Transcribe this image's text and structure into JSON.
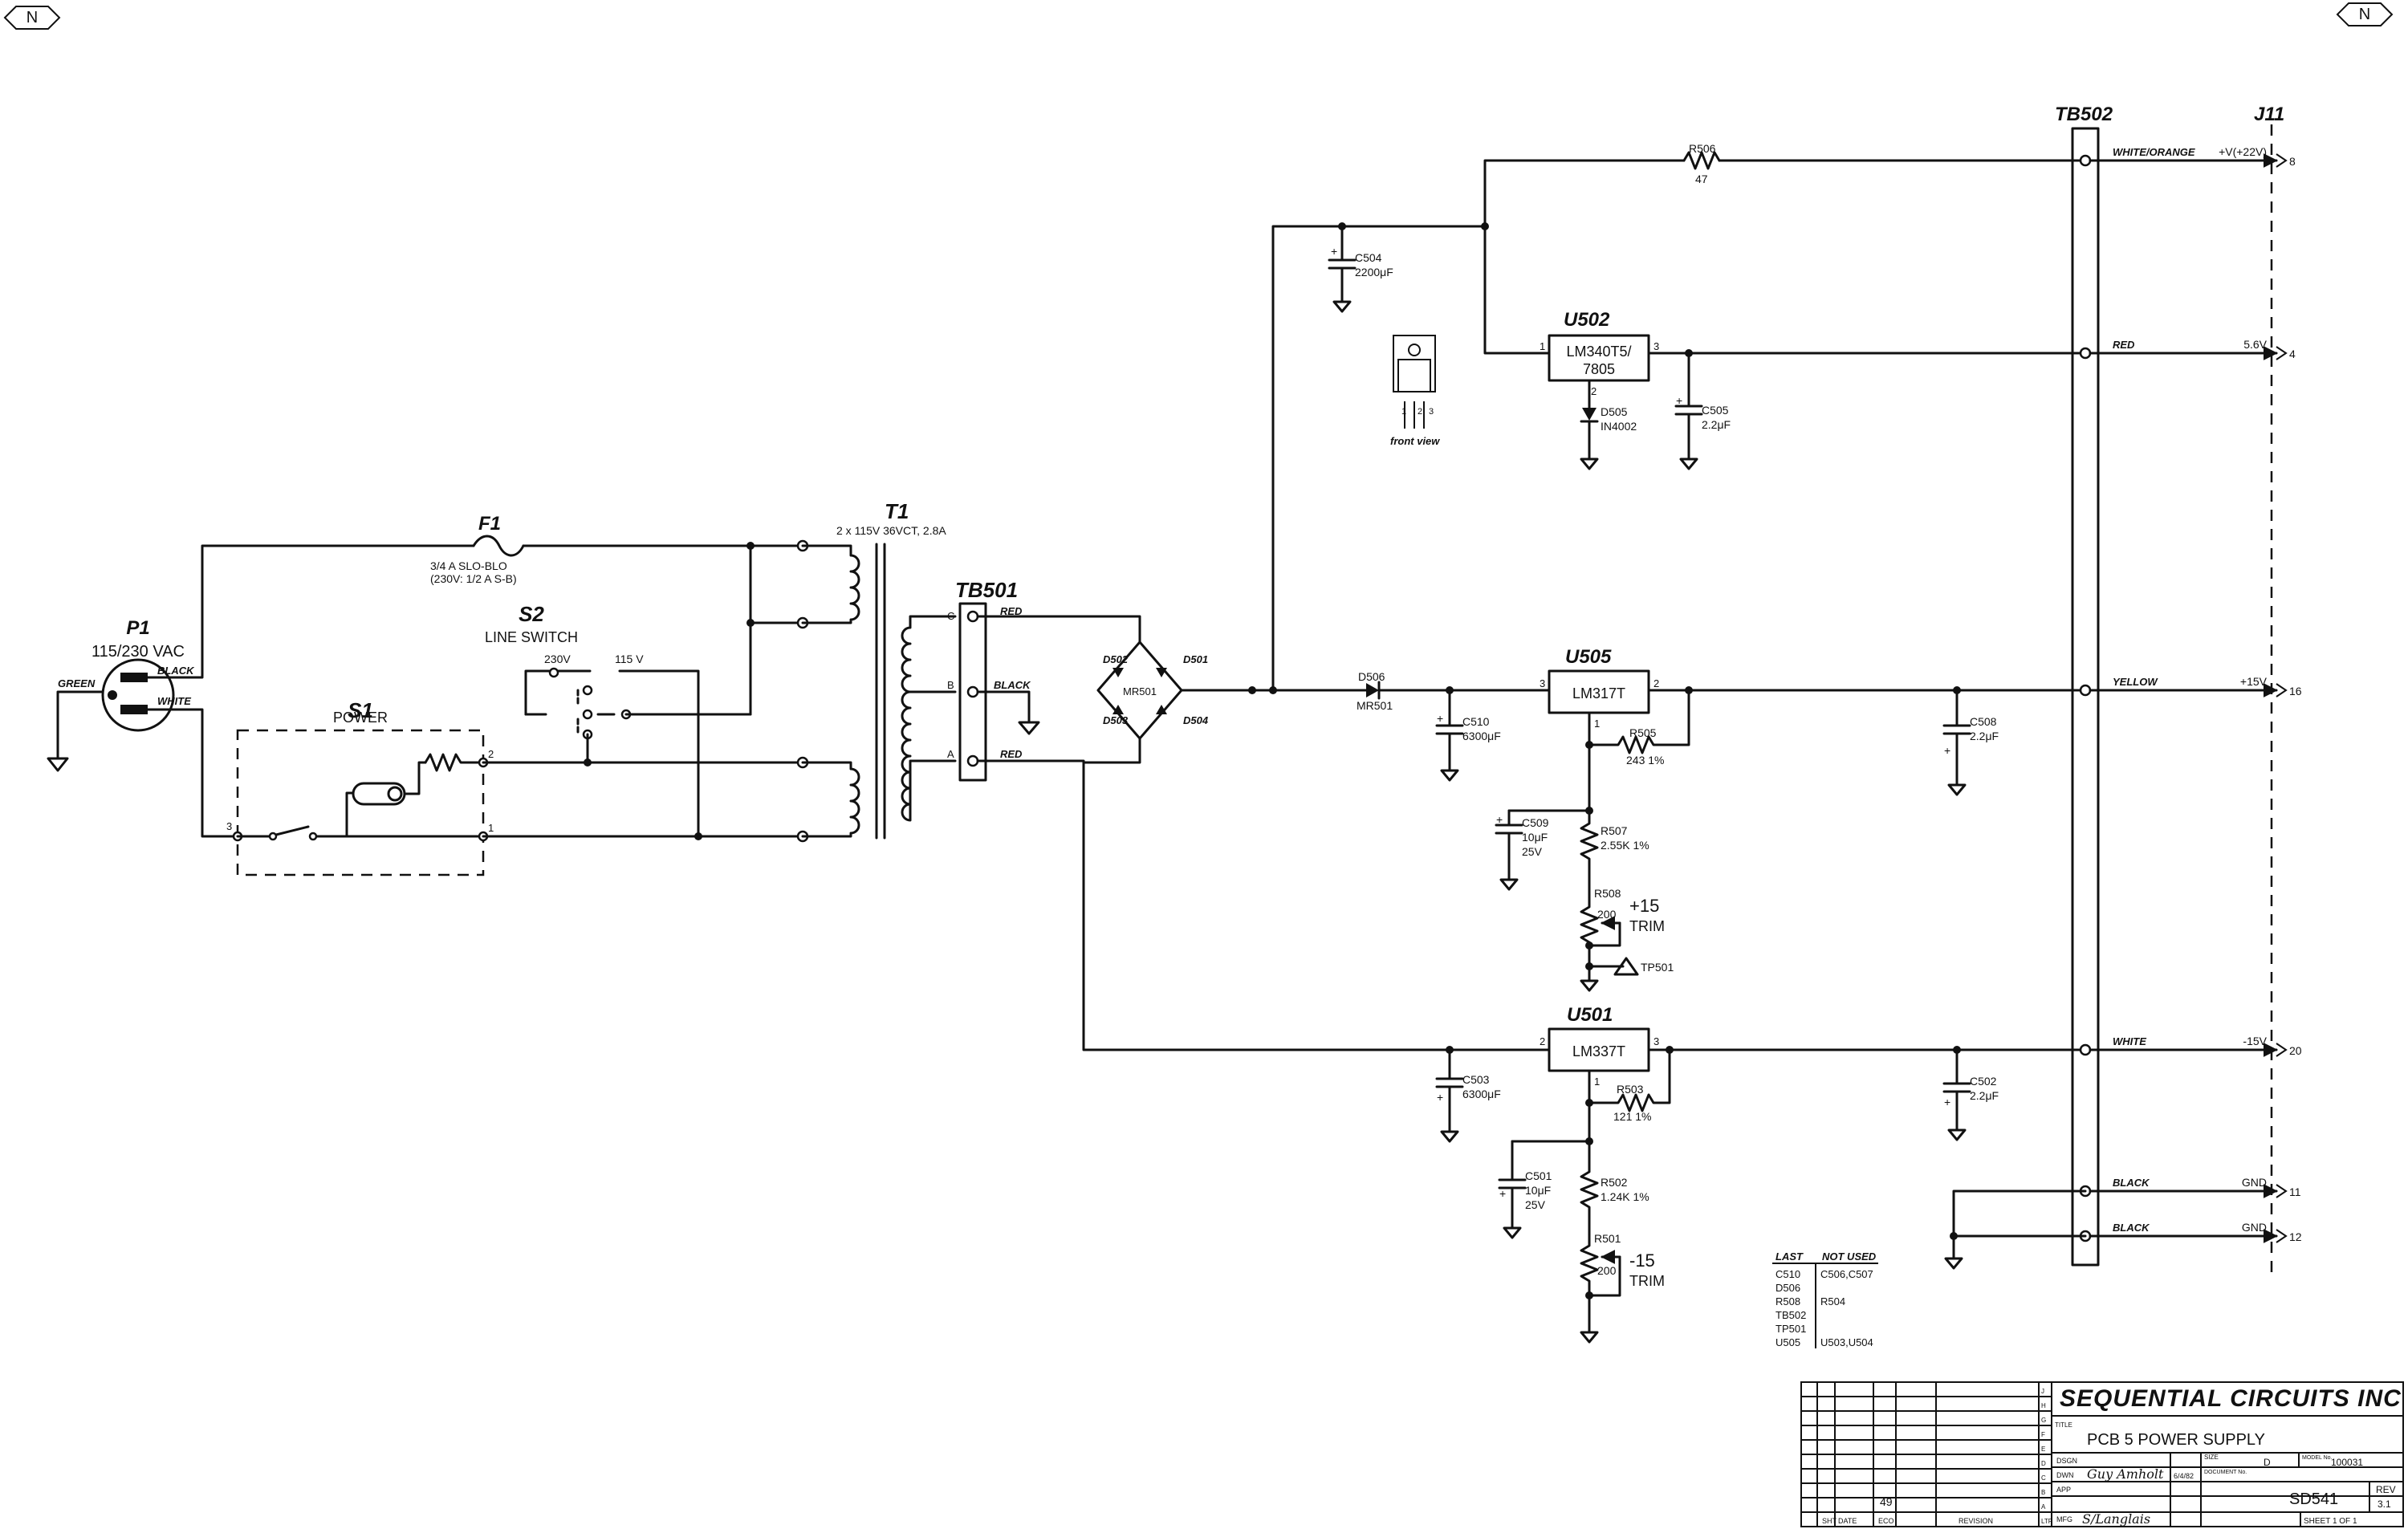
{
  "orientation_marks": {
    "left": "N",
    "right": "N"
  },
  "input": {
    "plug": {
      "ref": "P1",
      "rating": "115/230 VAC",
      "wires": [
        "GREEN",
        "BLACK",
        "WHITE"
      ]
    },
    "fuse": {
      "ref": "F1",
      "value_line1": "3/4 A SLO-BLO",
      "value_line2": "(230V: 1/2 A S-B)"
    },
    "line_switch": {
      "ref": "S2",
      "name": "LINE SWITCH",
      "pos_230": "230V",
      "pos_115": "115 V"
    },
    "power_switch": {
      "ref": "S1",
      "name": "POWER",
      "pins": [
        "3",
        "2",
        "1"
      ]
    },
    "transformer": {
      "ref": "T1",
      "rating": "2 x 115V   36VCT, 2.8A"
    },
    "terminal_tb501": {
      "ref": "TB501",
      "pins": [
        "C",
        "B",
        "A"
      ],
      "wires": [
        "RED",
        "BLACK",
        "RED"
      ]
    },
    "bridge": {
      "ref": "MR501",
      "diodes": [
        "D502",
        "D501",
        "D503",
        "D504"
      ]
    }
  },
  "regulators": {
    "u502": {
      "ref": "U502",
      "part_line1": "LM340T5/",
      "part_line2": "7805",
      "pins": [
        "1",
        "2",
        "3"
      ]
    },
    "u505": {
      "ref": "U505",
      "part": "LM317T",
      "pins": [
        "3",
        "2",
        "1"
      ]
    },
    "u501": {
      "ref": "U501",
      "part": "LM337T",
      "pins": [
        "2",
        "3",
        "1"
      ]
    },
    "package_note": "front view",
    "package_pins": [
      "1",
      "2",
      "3"
    ]
  },
  "components": {
    "r506": {
      "ref": "R506",
      "value": "47"
    },
    "c504": {
      "ref": "C504",
      "value": "2200μF"
    },
    "d505": {
      "ref": "D505",
      "value": "IN4002"
    },
    "c505": {
      "ref": "C505",
      "value": "2.2μF"
    },
    "d506": {
      "ref": "D506",
      "value": "MR501"
    },
    "c510": {
      "ref": "C510",
      "value": "6300μF"
    },
    "r505": {
      "ref": "R505",
      "value": "243 1%"
    },
    "c508": {
      "ref": "C508",
      "value": "2.2μF"
    },
    "c509": {
      "ref": "C509",
      "value1": "10μF",
      "value2": "25V"
    },
    "r507": {
      "ref": "R507",
      "value": "2.55K 1%"
    },
    "r508": {
      "ref": "R508",
      "value": "200",
      "trim_line1": "+15",
      "trim_line2": "TRIM"
    },
    "tp501": {
      "ref": "TP501"
    },
    "c503": {
      "ref": "C503",
      "value": "6300μF"
    },
    "r503": {
      "ref": "R503",
      "value": "121 1%"
    },
    "c502": {
      "ref": "C502",
      "value": "2.2μF"
    },
    "c501": {
      "ref": "C501",
      "value1": "10μF",
      "value2": "25V"
    },
    "r502": {
      "ref": "R502",
      "value": "1.24K 1%"
    },
    "r501": {
      "ref": "R501",
      "value": "200",
      "trim_line1": "-15",
      "trim_line2": "TRIM"
    }
  },
  "outputs": {
    "tb502": "TB502",
    "j11": "J11",
    "rows": [
      {
        "wire": "WHITE/ORANGE",
        "signal": "+V(+22V)",
        "pin": "8"
      },
      {
        "wire": "RED",
        "signal": "5.6V",
        "pin": "4"
      },
      {
        "wire": "YELLOW",
        "signal": "+15V",
        "pin": "16"
      },
      {
        "wire": "WHITE",
        "signal": "-15V",
        "pin": "20"
      },
      {
        "wire": "BLACK",
        "signal": "GND",
        "pin": "11"
      },
      {
        "wire": "BLACK",
        "signal": "GND",
        "pin": "12"
      }
    ]
  },
  "ref_table": {
    "headers": [
      "LAST",
      "NOT USED"
    ],
    "rows": [
      [
        "C510",
        "C506,C507"
      ],
      [
        "D506",
        ""
      ],
      [
        "R508",
        "R504"
      ],
      [
        "TB502",
        ""
      ],
      [
        "TP501",
        ""
      ],
      [
        "U505",
        "U503,U504"
      ]
    ]
  },
  "title_block": {
    "company": "SEQUENTIAL CIRCUITS INC",
    "title_caption": "TITLE",
    "title": "PCB 5   POWER SUPPLY",
    "row_letters": [
      "J",
      "H",
      "G",
      "F",
      "E",
      "D",
      "C",
      "B",
      "A",
      "LTR"
    ],
    "dsgn_label": "DSGN",
    "dwn_label": "DWN",
    "app_label": "APP",
    "mfg_label": "MFG",
    "dwn_signature": "Guy Amholt",
    "dwn_date": "6/4/82",
    "mfg_signature": "S/Langlais",
    "size_label": "SIZE",
    "size_value": "D",
    "model_label": "MODEL No.",
    "model_value": "100031",
    "doc_label": "DOCUMENT No.",
    "doc_value": "SD541",
    "rev_label": "REV",
    "rev_value": "3.1",
    "sheet": "SHEET  1  OF  1",
    "rev_col_pages": "49",
    "rev_col_date": "DATE",
    "rev_col_eco": "ECO",
    "rev_col_revision": "REVISION",
    "rev_col_sheet": "SHT"
  }
}
